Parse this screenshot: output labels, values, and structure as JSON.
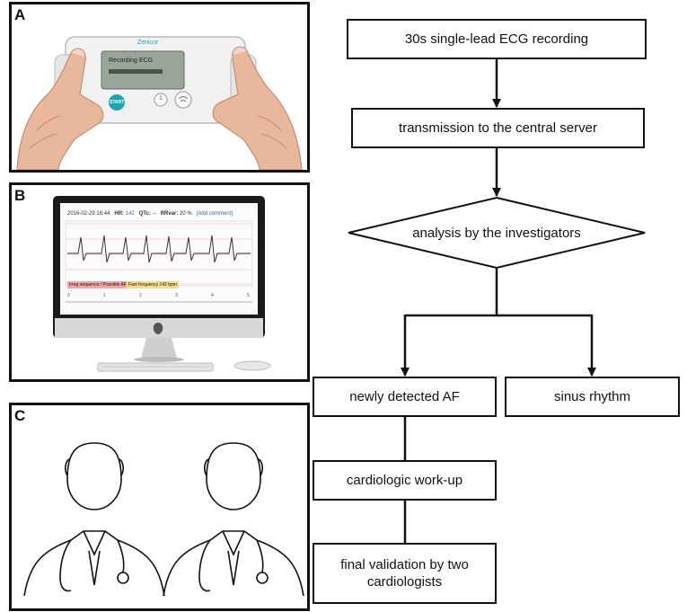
{
  "panels": {
    "a": {
      "letter": "A",
      "device_brand": "Zenicor",
      "device_screen_text": "Recording ECG",
      "start_label": "START",
      "key_one": "1"
    },
    "b": {
      "letter": "B",
      "ecg_header": {
        "date": "2016-02-29 16:44",
        "hr_label": "HR:",
        "hr_value": "142",
        "qtc_label": "QTc:",
        "qtc_value": "--",
        "rrvar_label": "RRvar:",
        "rrvar_value": "20 %",
        "comment": "[Add comment]"
      },
      "tags": {
        "irregular": "Irreg sequence / Possible AF",
        "fast": "Fast frequency 142 bpm"
      },
      "ticks": [
        "0",
        "1",
        "2",
        "3",
        "4",
        "5"
      ]
    },
    "c": {
      "letter": "C"
    }
  },
  "flowchart": {
    "step1": "30s single-lead ECG recording",
    "step2": "transmission to the central server",
    "decision": "analysis by the investigators",
    "branch_af": "newly detected AF",
    "branch_sinus": "sinus rhythm",
    "workup": "cardiologic work-up",
    "validation": "final validation by two cardiologists"
  }
}
